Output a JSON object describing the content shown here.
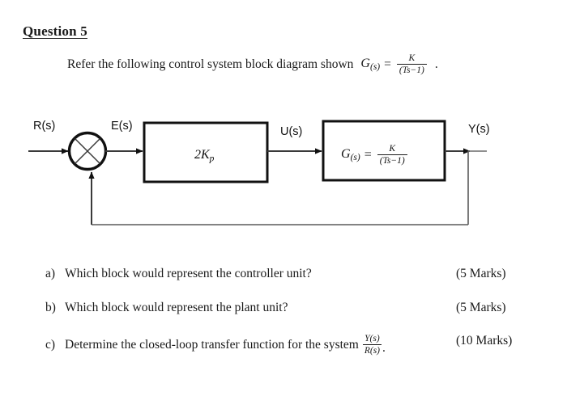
{
  "document": {
    "title": "Question 5",
    "intro_text": "Refer the following control system block diagram shown",
    "intro_formula": {
      "lhs_symbol": "G",
      "lhs_subscript": "(s)",
      "equals": "=",
      "numerator": "K",
      "denominator": "(Ts−1)",
      "trailing_period": "."
    }
  },
  "diagram": {
    "name": "control-system-block-diagram",
    "signal_labels": {
      "input": "R(s)",
      "error": "E(s)",
      "control": "U(s)",
      "output": "Y(s)"
    },
    "controller_block": {
      "label": "2K",
      "label_subscript": "p"
    },
    "plant_block": {
      "lhs_symbol": "G",
      "lhs_subscript": "(s)",
      "equals": "=",
      "numerator": "K",
      "denominator": "(Ts−1)"
    },
    "summing_junction": "circle-with-cross",
    "line_color": "#3a3a3a",
    "block_border_color": "#111111"
  },
  "questions": [
    {
      "marker": "a)",
      "text": "Which block would represent the controller unit?",
      "marks": "(5 Marks)"
    },
    {
      "marker": "b)",
      "text": "Which block would represent the plant unit?",
      "marks": "(5 Marks)"
    },
    {
      "marker": "c)",
      "text": "Determine the closed-loop transfer function for the system",
      "marks": "(10 Marks)",
      "formula": {
        "numerator": "Y(s)",
        "denominator": "R(s)",
        "trailing_period": "."
      }
    }
  ]
}
